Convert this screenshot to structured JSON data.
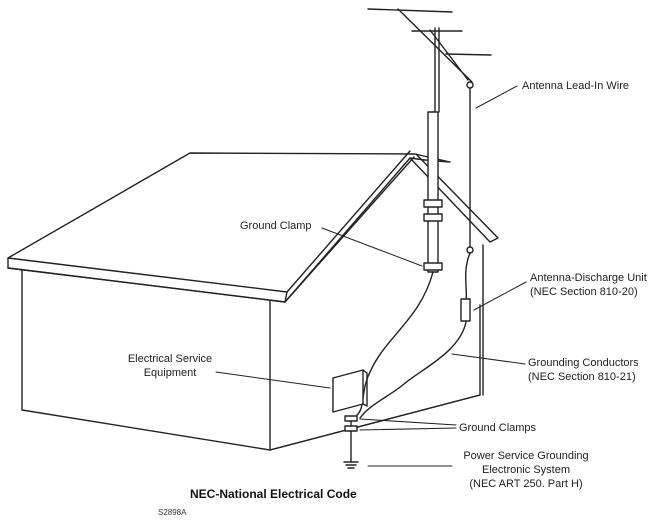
{
  "labels": {
    "antenna_lead_in": "Antenna Lead-In Wire",
    "ground_clamp": "Ground Clamp",
    "discharge_unit_1": "Antenna-Discharge Unit",
    "discharge_unit_2": "(NEC Section 810-20)",
    "service_equipment_1": "Electrical Service",
    "service_equipment_2": "Equipment",
    "grounding_conductors_1": "Grounding Conductors",
    "grounding_conductors_2": "(NEC Section 810-21)",
    "ground_clamps": "Ground Clamps",
    "power_grounding_1": "Power Service Grounding",
    "power_grounding_2": "Electronic System",
    "power_grounding_3": "(NEC ART 250. Part H)"
  },
  "caption": "NEC-National Electrical Code",
  "figure_code": "S2898A",
  "colors": {
    "line": "#222222",
    "text": "#222222"
  }
}
